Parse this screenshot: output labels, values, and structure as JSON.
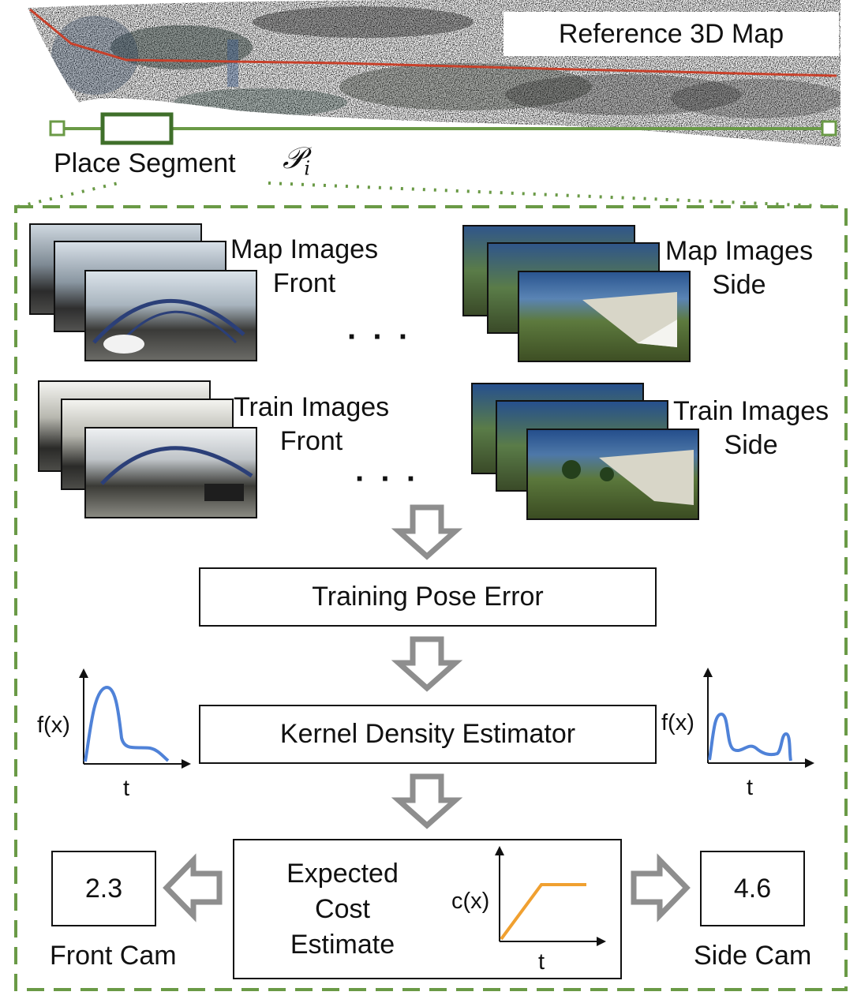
{
  "map": {
    "title": "Reference 3D Map"
  },
  "segment": {
    "label": "Place Segment",
    "symbol": "𝒫",
    "subscript": "i"
  },
  "groups": [
    {
      "label": "Map Images",
      "sublabel": "Front"
    },
    {
      "label": "Map Images",
      "sublabel": "Side"
    },
    {
      "label": "Train Images",
      "sublabel": "Front"
    },
    {
      "label": "Train Images",
      "sublabel": "Side"
    }
  ],
  "ellipsis": "· · ·",
  "process": {
    "pose_error": "Training Pose Error",
    "kde": "Kernel Density Estimator",
    "cost_line1": "Expected",
    "cost_line2": "Cost",
    "cost_line3": "Estimate"
  },
  "plots": {
    "front": {
      "ylabel": "f(x)",
      "xlabel": "t"
    },
    "side": {
      "ylabel": "f(x)",
      "xlabel": "t"
    },
    "cost": {
      "ylabel": "c(x)",
      "xlabel": "t"
    }
  },
  "outputs": {
    "front": {
      "value": "2.3",
      "label": "Front Cam"
    },
    "side": {
      "value": "4.6",
      "label": "Side Cam"
    }
  },
  "colors": {
    "segment_green": "#6a9a46",
    "segment_dark": "#3f6f2a",
    "trajectory_red": "#c8402a",
    "curve_blue": "#4f82d8",
    "cost_orange": "#f0a030",
    "arrow_gray": "#8e8e8e"
  }
}
